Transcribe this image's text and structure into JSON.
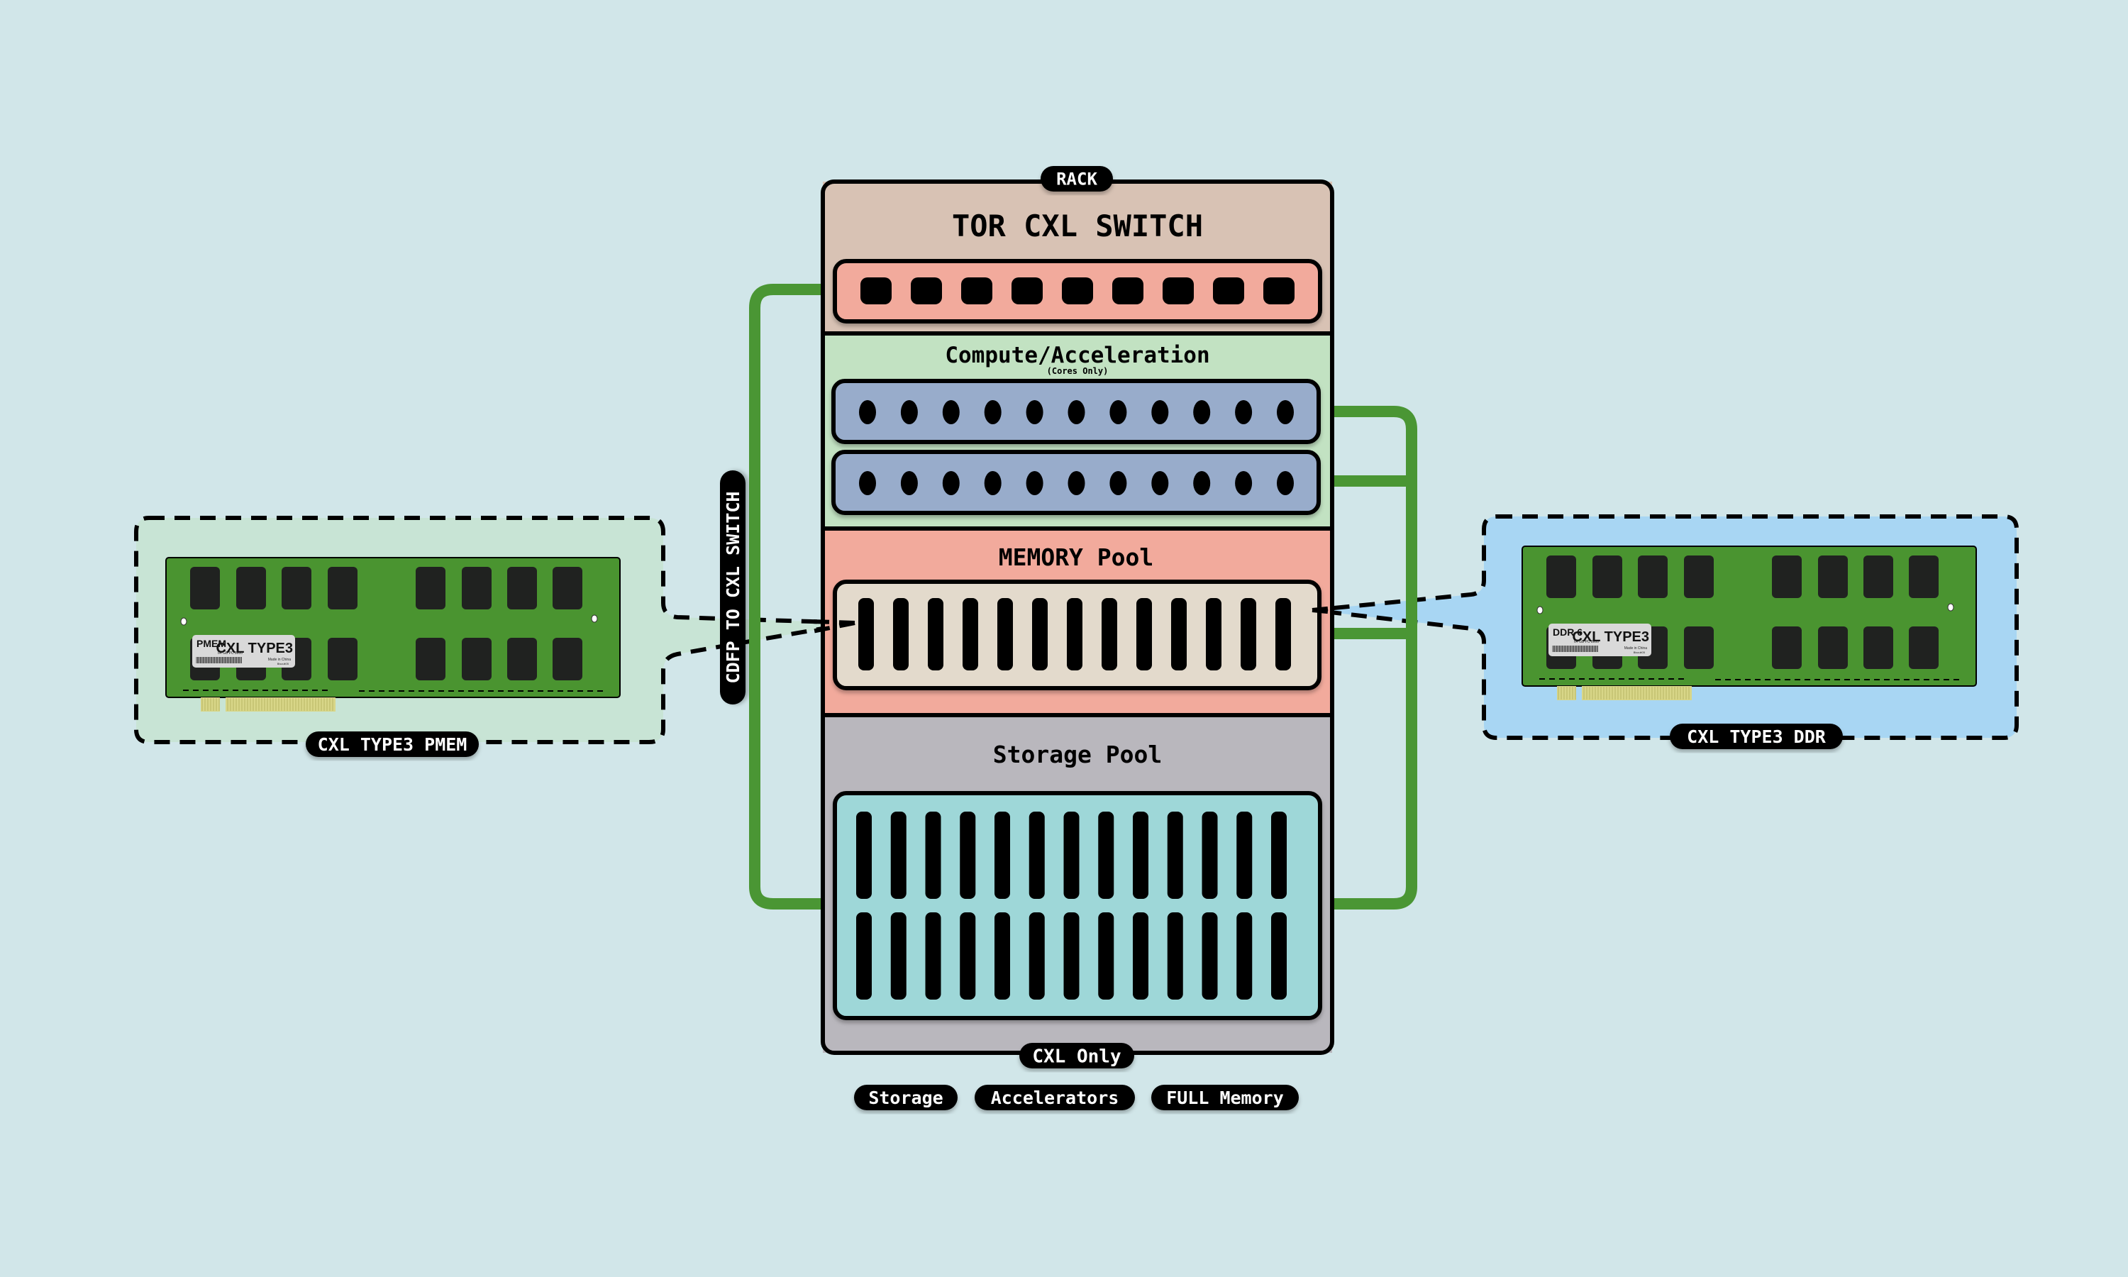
{
  "colors": {
    "background": "#d1e6e9",
    "rack_tor": "#d8c2b4",
    "rack_compute": "#c2e2c2",
    "rack_memory": "#f2aa9c",
    "rack_storage": "#b9b7bd",
    "switch_bar": "#f2aa9c",
    "compute_bar": "#98accb",
    "memory_bar": "#e3dacc",
    "storage_box": "#9ed7d8",
    "link_green": "#4a9634",
    "pmem_callout": "#c8e4d5",
    "ddr_callout": "#a8d6f3",
    "card_pcb": "#4a9430",
    "card_chip": "#202220",
    "card_gold": "#d8d688",
    "card_label": "#d9d9d9",
    "pill": "#000000",
    "pill_text": "#ffffff"
  },
  "rack": {
    "label": "RACK",
    "tor": {
      "title": "TOR CXL SWITCH",
      "port_count": 9
    },
    "compute": {
      "title": "Compute/Acceleration",
      "subtitle": "(Cores Only)",
      "bar_count": 2,
      "cores_per_bar": 11
    },
    "memory": {
      "title": "MEMORY Pool",
      "slot_count": 13
    },
    "storage": {
      "title": "Storage Pool",
      "rows": 2,
      "slots_per_row": 13
    },
    "footer_label": "CXL Only"
  },
  "link_label": "CDFP TO CXL SWITCH",
  "bottom_tags": [
    "Storage",
    "Accelerators",
    "FULL Memory"
  ],
  "modules": {
    "pmem": {
      "callout_label": "CXL TYPE3 PMEM",
      "card": {
        "type": "PMEM",
        "spec": "64 GB PC 8600",
        "title": "CXL TYPE3",
        "origin": "Made in China",
        "vendor": "Biscuit05"
      }
    },
    "ddr": {
      "callout_label": "CXL TYPE3 DDR",
      "card": {
        "type": "DDR 6",
        "spec": "64 GB PC 8600",
        "title": "CXL TYPE3",
        "origin": "Made in China",
        "vendor": "Biscuit05"
      }
    }
  }
}
